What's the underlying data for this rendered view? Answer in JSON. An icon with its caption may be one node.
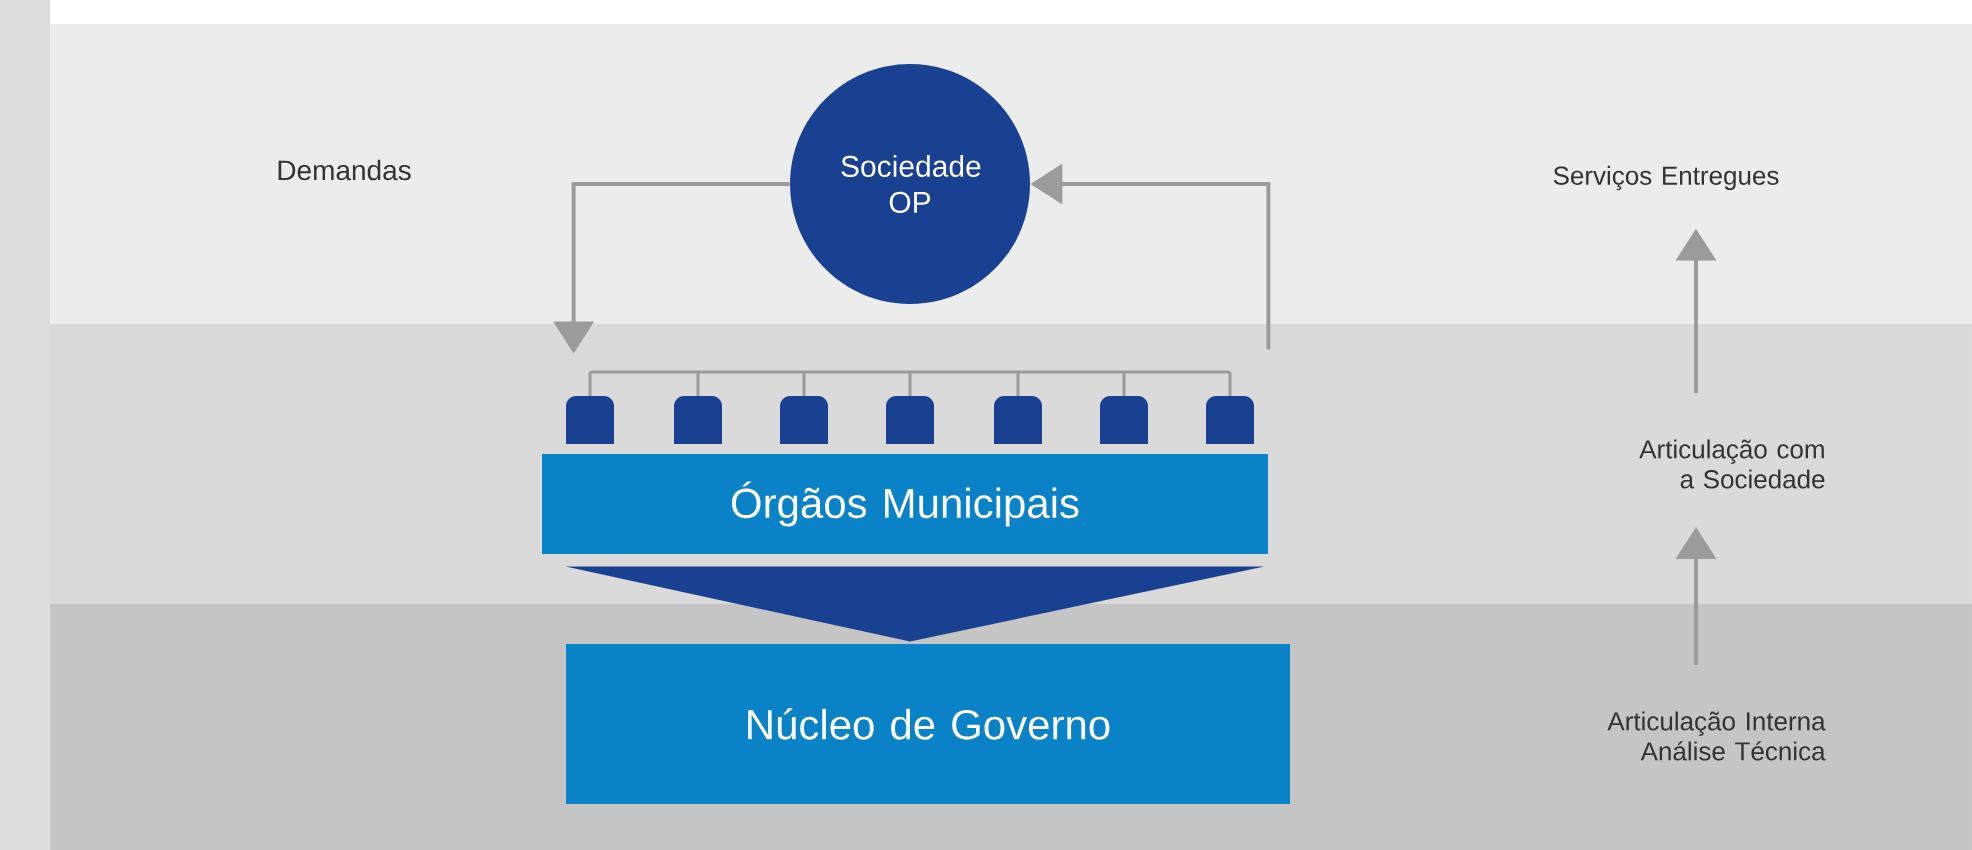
{
  "diagram": {
    "nodes": [
      {
        "text": [
          "Sociedade OP"
        ]
      },
      {
        "text": [
          "Órgãos Municipais"
        ]
      },
      {
        "text": [
          "Núcleo de Governo"
        ]
      },
      {
        "text": [
          "Serviços Entregues"
        ]
      },
      {
        "text": [
          "Articulação com a Sociedade"
        ]
      },
      {
        "text": [
          "Articulação Interna Análise Técnica"
        ]
      }
    ],
    "edges": [
      {
        "from": 0,
        "to": 1,
        "arrow": "to"
      },
      {
        "from": 1,
        "to": 0,
        "arrow": "to"
      },
      {
        "from": 1,
        "to": 2,
        "arrow": "to",
        "color": "#1a4191"
      },
      {
        "from": 5,
        "to": 4,
        "arrow": "to"
      },
      {
        "from": 4,
        "to": 3,
        "arrow": "to"
      }
    ],
    "labels": [
      "Demandas"
    ]
  }
}
